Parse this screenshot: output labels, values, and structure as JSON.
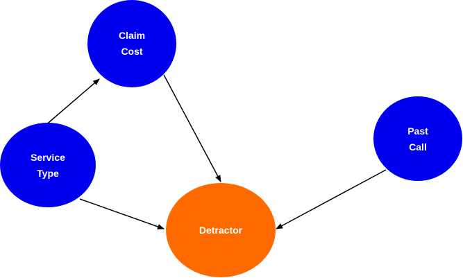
{
  "colors": {
    "cause_node": "#0000ee",
    "outcome_node": "#ff6a00",
    "edge": "#000000",
    "label": "#ffffff"
  },
  "nodes": {
    "claim_cost": {
      "line1": "Claim",
      "line2": "Cost"
    },
    "service_type": {
      "line1": "Service",
      "line2": "Type"
    },
    "past_call": {
      "line1": "Past",
      "line2": "Call"
    },
    "detractor": {
      "line1": "Detractor"
    }
  },
  "edges": [
    {
      "from": "Service Type",
      "to": "Claim Cost"
    },
    {
      "from": "Service Type",
      "to": "Detractor"
    },
    {
      "from": "Claim Cost",
      "to": "Detractor"
    },
    {
      "from": "Past Call",
      "to": "Detractor"
    }
  ]
}
